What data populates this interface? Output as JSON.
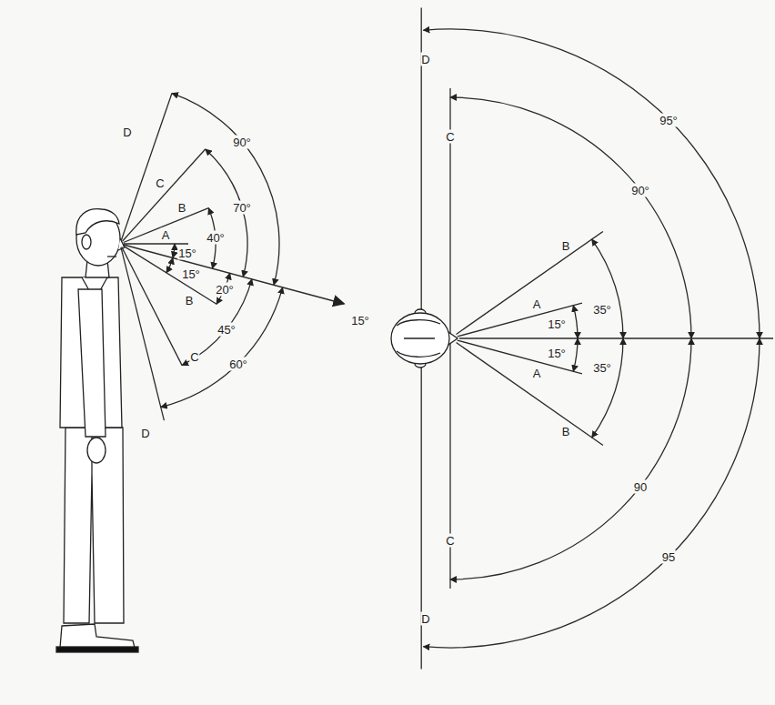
{
  "diagram": {
    "labels": [
      "D",
      "C",
      "B",
      "A",
      "15°",
      "15°",
      "B",
      "C",
      "D",
      "90°",
      "70°",
      "40°",
      "20°",
      "45°",
      "60°",
      "15°",
      "D",
      "C",
      "95°",
      "90°",
      "B",
      "35°",
      "A",
      "15°",
      "15°",
      "A",
      "35°",
      "B",
      "C",
      "90",
      "95",
      "D"
    ]
  }
}
